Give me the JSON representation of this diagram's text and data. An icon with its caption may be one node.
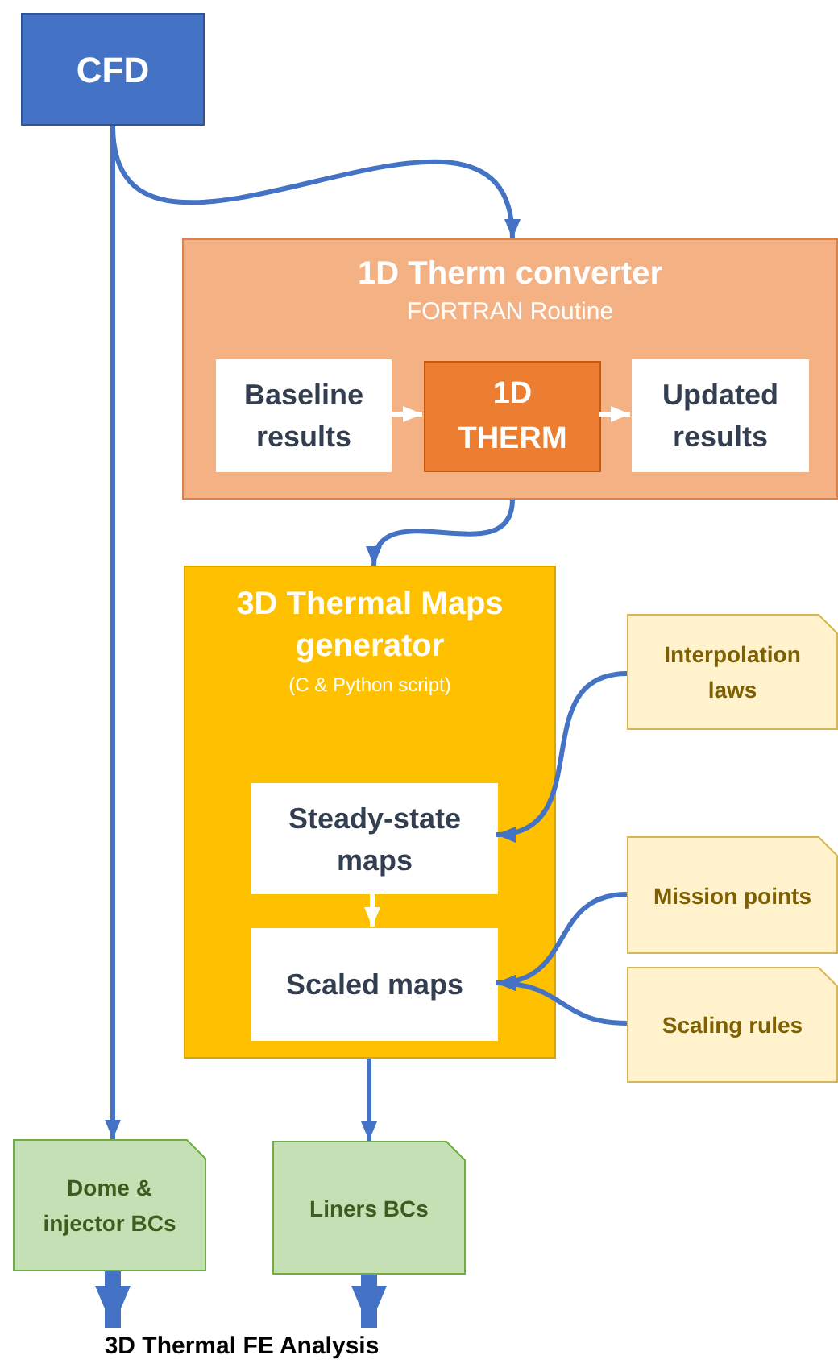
{
  "diagram": {
    "nodes": [
      {
        "text": [
          "CFD"
        ]
      },
      {
        "text": [
          "1D Therm converter",
          "FORTRAN Routine"
        ]
      },
      {
        "text": [
          "Baseline results"
        ],
        "in": 1
      },
      {
        "text": [
          "1D THERM"
        ],
        "in": 1
      },
      {
        "text": [
          "Updated results"
        ],
        "in": 1
      },
      {
        "text": [
          "3D Thermal Maps generator",
          "(C & Python script)"
        ]
      },
      {
        "text": [
          "Steady-state maps"
        ],
        "in": 5
      },
      {
        "text": [
          "Scaled maps"
        ],
        "in": 5
      },
      {
        "text": [
          "Interpolation laws"
        ]
      },
      {
        "text": [
          "Mission points"
        ]
      },
      {
        "text": [
          "Scaling rules"
        ]
      },
      {
        "text": [
          "Dome & injector BCs"
        ]
      },
      {
        "text": [
          "Liners BCs"
        ]
      },
      {
        "text": [
          "3D Thermal FE Analysis"
        ]
      }
    ],
    "edges": [
      {
        "from": 0,
        "to": 1,
        "arrow": "to"
      },
      {
        "from": 0,
        "to": 11,
        "arrow": "to"
      },
      {
        "from": 2,
        "to": 3,
        "arrow": "to",
        "color": "#ffffff"
      },
      {
        "from": 3,
        "to": 4,
        "arrow": "to",
        "color": "#ffffff"
      },
      {
        "from": 1,
        "to": 5,
        "arrow": "to"
      },
      {
        "from": 6,
        "to": 7,
        "arrow": "to",
        "color": "#ffffff"
      },
      {
        "from": 8,
        "to": 6,
        "arrow": "to"
      },
      {
        "from": 9,
        "to": 7,
        "arrow": "to"
      },
      {
        "from": 10,
        "to": 7,
        "arrow": "to"
      },
      {
        "from": 5,
        "to": 12,
        "arrow": "to"
      },
      {
        "from": 11,
        "to": 13,
        "arrow": "to",
        "style": "thick"
      },
      {
        "from": 12,
        "to": 13,
        "arrow": "to",
        "style": "thick"
      }
    ]
  }
}
